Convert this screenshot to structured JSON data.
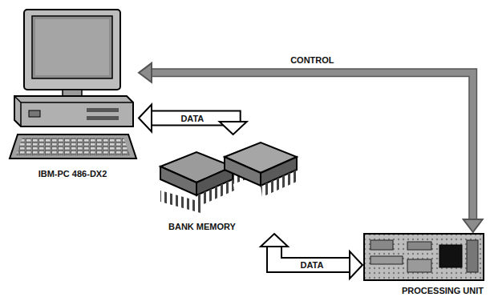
{
  "diagram": {
    "nodes": [
      {
        "text": [
          "IBM-PC 486-DX2"
        ]
      },
      {
        "text": [
          "BANK MEMORY"
        ]
      },
      {
        "text": [
          "PROCESSING UNIT"
        ]
      }
    ],
    "edges": [
      {
        "from": 2,
        "to": 0,
        "arrow": "both",
        "label": "CONTROL"
      },
      {
        "from": 0,
        "to": 1,
        "arrow": "both",
        "label": "DATA"
      },
      {
        "from": 1,
        "to": 2,
        "arrow": "both",
        "label": "DATA"
      }
    ]
  }
}
